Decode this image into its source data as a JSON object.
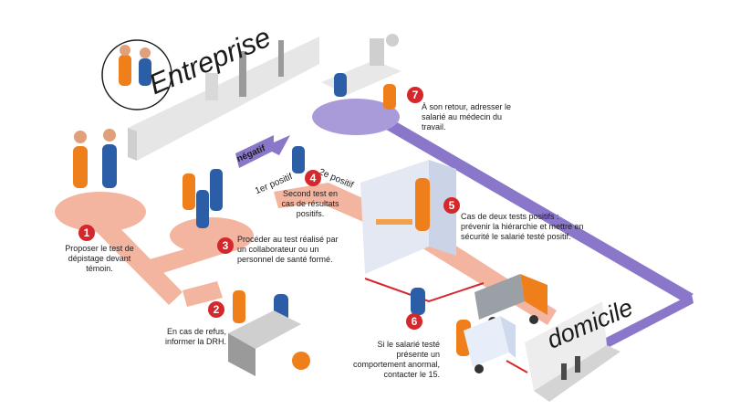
{
  "places": {
    "company": "Entreprise",
    "home": "domicile"
  },
  "arrows": {
    "negative": "négatif",
    "first_positive": "1er positif",
    "second_positive": "2e positif"
  },
  "steps": [
    {
      "number": "1",
      "text": "Proposer le test de dépistage devant témoin."
    },
    {
      "number": "2",
      "text": "En cas de refus, informer la DRH."
    },
    {
      "number": "3",
      "text": "Procéder au test réalisé par un collaborateur ou un personnel de santé formé."
    },
    {
      "number": "4",
      "text": "Second test en cas de résultats positifs."
    },
    {
      "number": "5",
      "text": "Cas de deux tests positifs : prévenir la hiérarchie et mettre en sécurité le salarié testé positif."
    },
    {
      "number": "6",
      "text": "Si le salarié testé présente un comportement anormal, contacter le 15."
    },
    {
      "number": "7",
      "text": "À son retour, adresser le salarié au médecin du travail."
    }
  ],
  "colors": {
    "salmon": "#f2a48c",
    "purple": "#8b77c9",
    "red": "#d5282d",
    "orange": "#ef7f1a",
    "blue": "#2b5ea7"
  }
}
